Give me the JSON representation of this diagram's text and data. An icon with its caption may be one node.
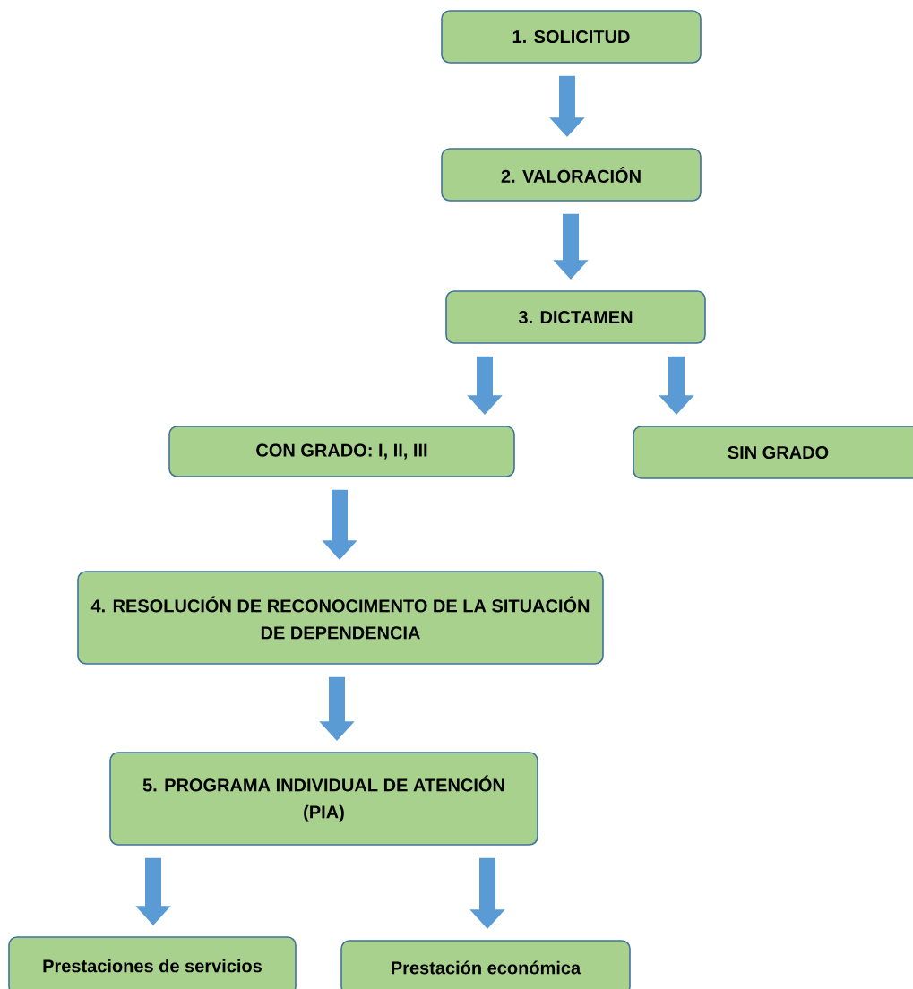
{
  "diagram": {
    "nodes": [
      {
        "text": [
          "1.  SOLICITUD"
        ]
      },
      {
        "text": [
          "2.  VALORACIÓN"
        ]
      },
      {
        "text": [
          "3.  DICTAMEN"
        ]
      },
      {
        "text": [
          "CON GRADO: I, II, III"
        ]
      },
      {
        "text": [
          "SIN GRADO"
        ]
      },
      {
        "text": [
          "4.  RESOLUCIÓN DE RECONOCIMENTO DE LA SITUACIÓN DE DEPENDENCIA"
        ]
      },
      {
        "text": [
          "5.  PROGRAMA INDIVIDUAL DE ATENCIÓN (PIA)"
        ]
      },
      {
        "text": [
          "Prestaciones de servicios"
        ]
      },
      {
        "text": [
          "Prestación económica"
        ]
      }
    ],
    "edges": [
      {
        "from": 0,
        "to": 1,
        "arrow": "to"
      },
      {
        "from": 1,
        "to": 2,
        "arrow": "to"
      },
      {
        "from": 2,
        "to": 3,
        "arrow": "to"
      },
      {
        "from": 2,
        "to": 4,
        "arrow": "to"
      },
      {
        "from": 3,
        "to": 5,
        "arrow": "to"
      },
      {
        "from": 5,
        "to": 6,
        "arrow": "to"
      },
      {
        "from": 6,
        "to": 7,
        "arrow": "to"
      },
      {
        "from": 6,
        "to": 8,
        "arrow": "to"
      }
    ]
  }
}
